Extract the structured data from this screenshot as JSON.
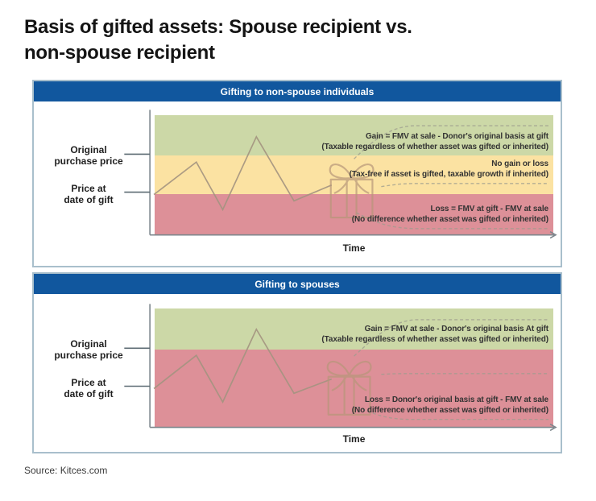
{
  "title_line1": "Basis of gifted assets: Spouse recipient vs.",
  "title_line2": "non-spouse recipient",
  "source": "Source: Kitces.com",
  "colors": {
    "header_blue": "#11579e",
    "band_green": "#ccd8a7",
    "band_yellow": "#fbe2a2",
    "band_red": "#dd9098",
    "price_line_tan": "#a3947f",
    "gift_outline_tan": "#b7977a",
    "panel_border": "#a9bfcc"
  },
  "panels": [
    {
      "header": "Gifting to non-spouse individuals",
      "x_label": "Time",
      "y_label_1_line1": "Original",
      "y_label_1_line2": "purchase price",
      "y_label_2_line1": "Price at",
      "y_label_2_line2": "date of gift",
      "gain_line1": "Gain = FMV at sale - Donor's original basis at gift",
      "gain_line2": "(Taxable regardless of whether asset was gifted or inherited)",
      "nogain_line1": "No gain or loss",
      "nogain_line2": "(Tax-free if asset is gifted, taxable growth if inherited)",
      "loss_line1": "Loss = FMV at gift - FMV at sale",
      "loss_line2": "(No difference whether asset was gifted or inherited)"
    },
    {
      "header": "Gifting to spouses",
      "x_label": "Time",
      "y_label_1_line1": "Original",
      "y_label_1_line2": "purchase price",
      "y_label_2_line1": "Price at",
      "y_label_2_line2": "date of gift",
      "gain_line1": "Gain = FMV at sale - Donor's original basis At gift",
      "gain_line2": "(Taxable regardless of whether asset was gifted or inherited)",
      "loss_line1": "Loss = Donor's original basis at gift - FMV at sale",
      "loss_line2": "(No difference whether asset was gifted or inherited)"
    }
  ]
}
